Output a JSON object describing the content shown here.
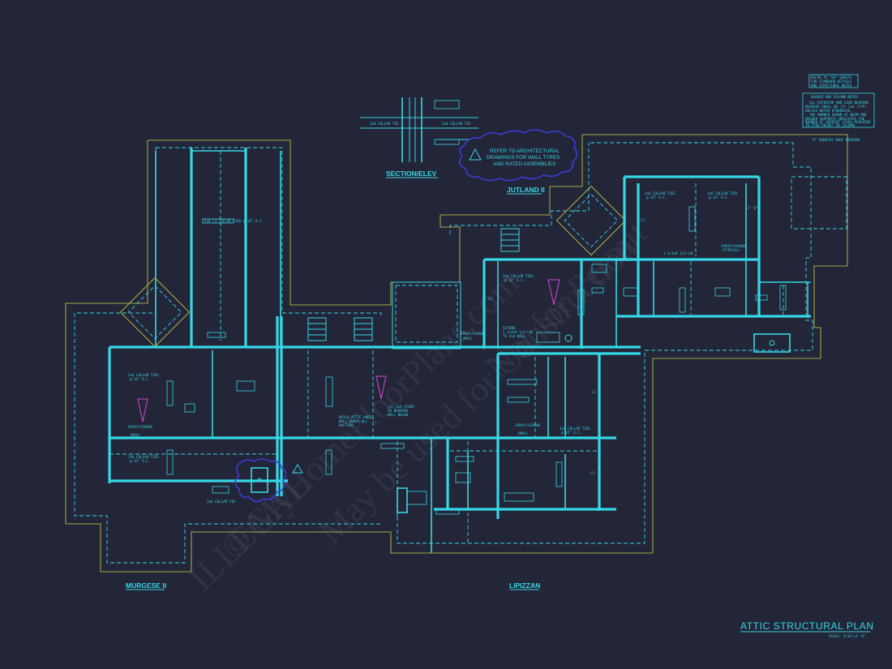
{
  "sheet": {
    "title": "ATTIC STRUCTURAL PLAN",
    "scale": "SCALE: 3/16\"=1'-0\""
  },
  "labels": {
    "jutland": "JUTLAND II",
    "murgese": "MURGESE II",
    "lipizzan": "LIPIZZAN",
    "section": "SECTION/ELEV"
  },
  "callout": {
    "line1": "REFER TO ARCHITECTURAL",
    "line2": "DRAWINGS FOR WALL TYPES",
    "line3": "AND RATED ASSEMBLIES"
  },
  "notes": {
    "refer_1": "REFER TO \"SD\" SHEETS",
    "refer_2": "FOR STANDARD DETAILS",
    "refer_3": "AND STRUCTURAL NOTES",
    "header_title": "HEADER AND COLUMN NOTES",
    "h1": "- ALL EXTERIOR AND LOAD BEARING",
    "h2": "HEADERS SHALL BE (2) 2x8 (TYP)",
    "h3": "UNLESS NOTED OTHERWISE.",
    "h4": "- THE NUMBER SHOWN AT BEAM AND",
    "h5": "HEADER SUPPORTS INDICATES THE",
    "h6": "NUMBER OF SUPPORT STUDS REQUIRED",
    "h7": "IN STUD POCKET OR COLUMN.",
    "roof_bearing": "\"#\" DENOTES ROOF BEARING"
  },
  "room_notes": {
    "collar_ties": "2x6 COLLAR TIES",
    "oc": "@ 32\" O.C.",
    "collar_tie": "2x6 COLLAR TIE",
    "ridge": "2x8 CJ COLLAR TIES @ 16\" O.C.",
    "strap": "EPOXY/SCREWS",
    "max": "(MAX)",
    "typical": "(TYPICAL)",
    "build_attic": "BUILD ATTIC KNEE",
    "wall_under": "WALL UNDER ALL",
    "rafters": "RAFTERS",
    "studs": "(4) 2x6 STUDS",
    "to_bearing": "TO BEARING",
    "wall_below": "WALL BELOW",
    "extend": "EXTEND",
    "lvl": "1 3/4x9 1/4 LVL",
    "to_wall": "TO 2x4 WALL",
    "cj": "CJ",
    "dim": "2'-6\""
  },
  "watermark": {
    "w1": "© MyHomeFloorPlans.com",
    "w2": "ILLEGAL",
    "w3": "May be used for Construction",
    "w4": "Not for Permit"
  },
  "colors": {
    "background": "#232538",
    "lines": "#35d8e6",
    "outline": "#a5a645",
    "revision_cloud": "#3a3fd6",
    "markers": "#d848d8"
  }
}
